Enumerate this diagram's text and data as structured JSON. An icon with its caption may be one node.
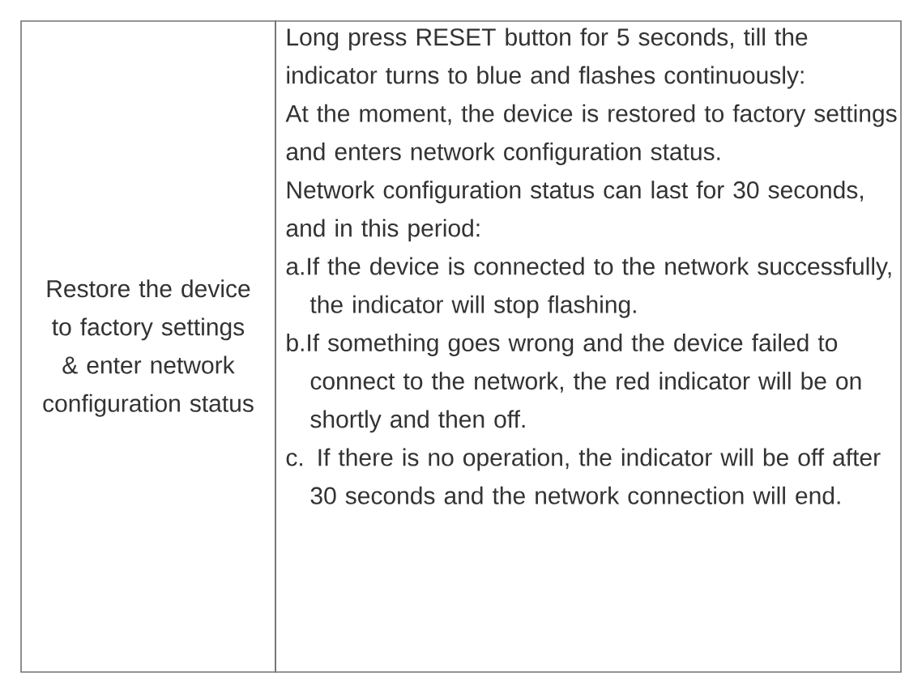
{
  "diagram": {
    "labels": [
      "Restore the device to factory settings & enter network configuration status",
      "Long press RESET button for 5 seconds, till the indicator turns to blue and flashes continuously:",
      "At the moment, the device is restored to factory settings and enters network configuration status.",
      "Network configuration status can last for 30 seconds, and in this period:",
      "a.If the device is connected to the network successfully, the indicator will stop flashing.",
      "b.If something goes wrong and the device failed to connect to the network, the red indicator will be on shortly and then off.",
      "c. If there is no operation, the indicator will be off after 30 seconds and the network connection will end."
    ]
  }
}
